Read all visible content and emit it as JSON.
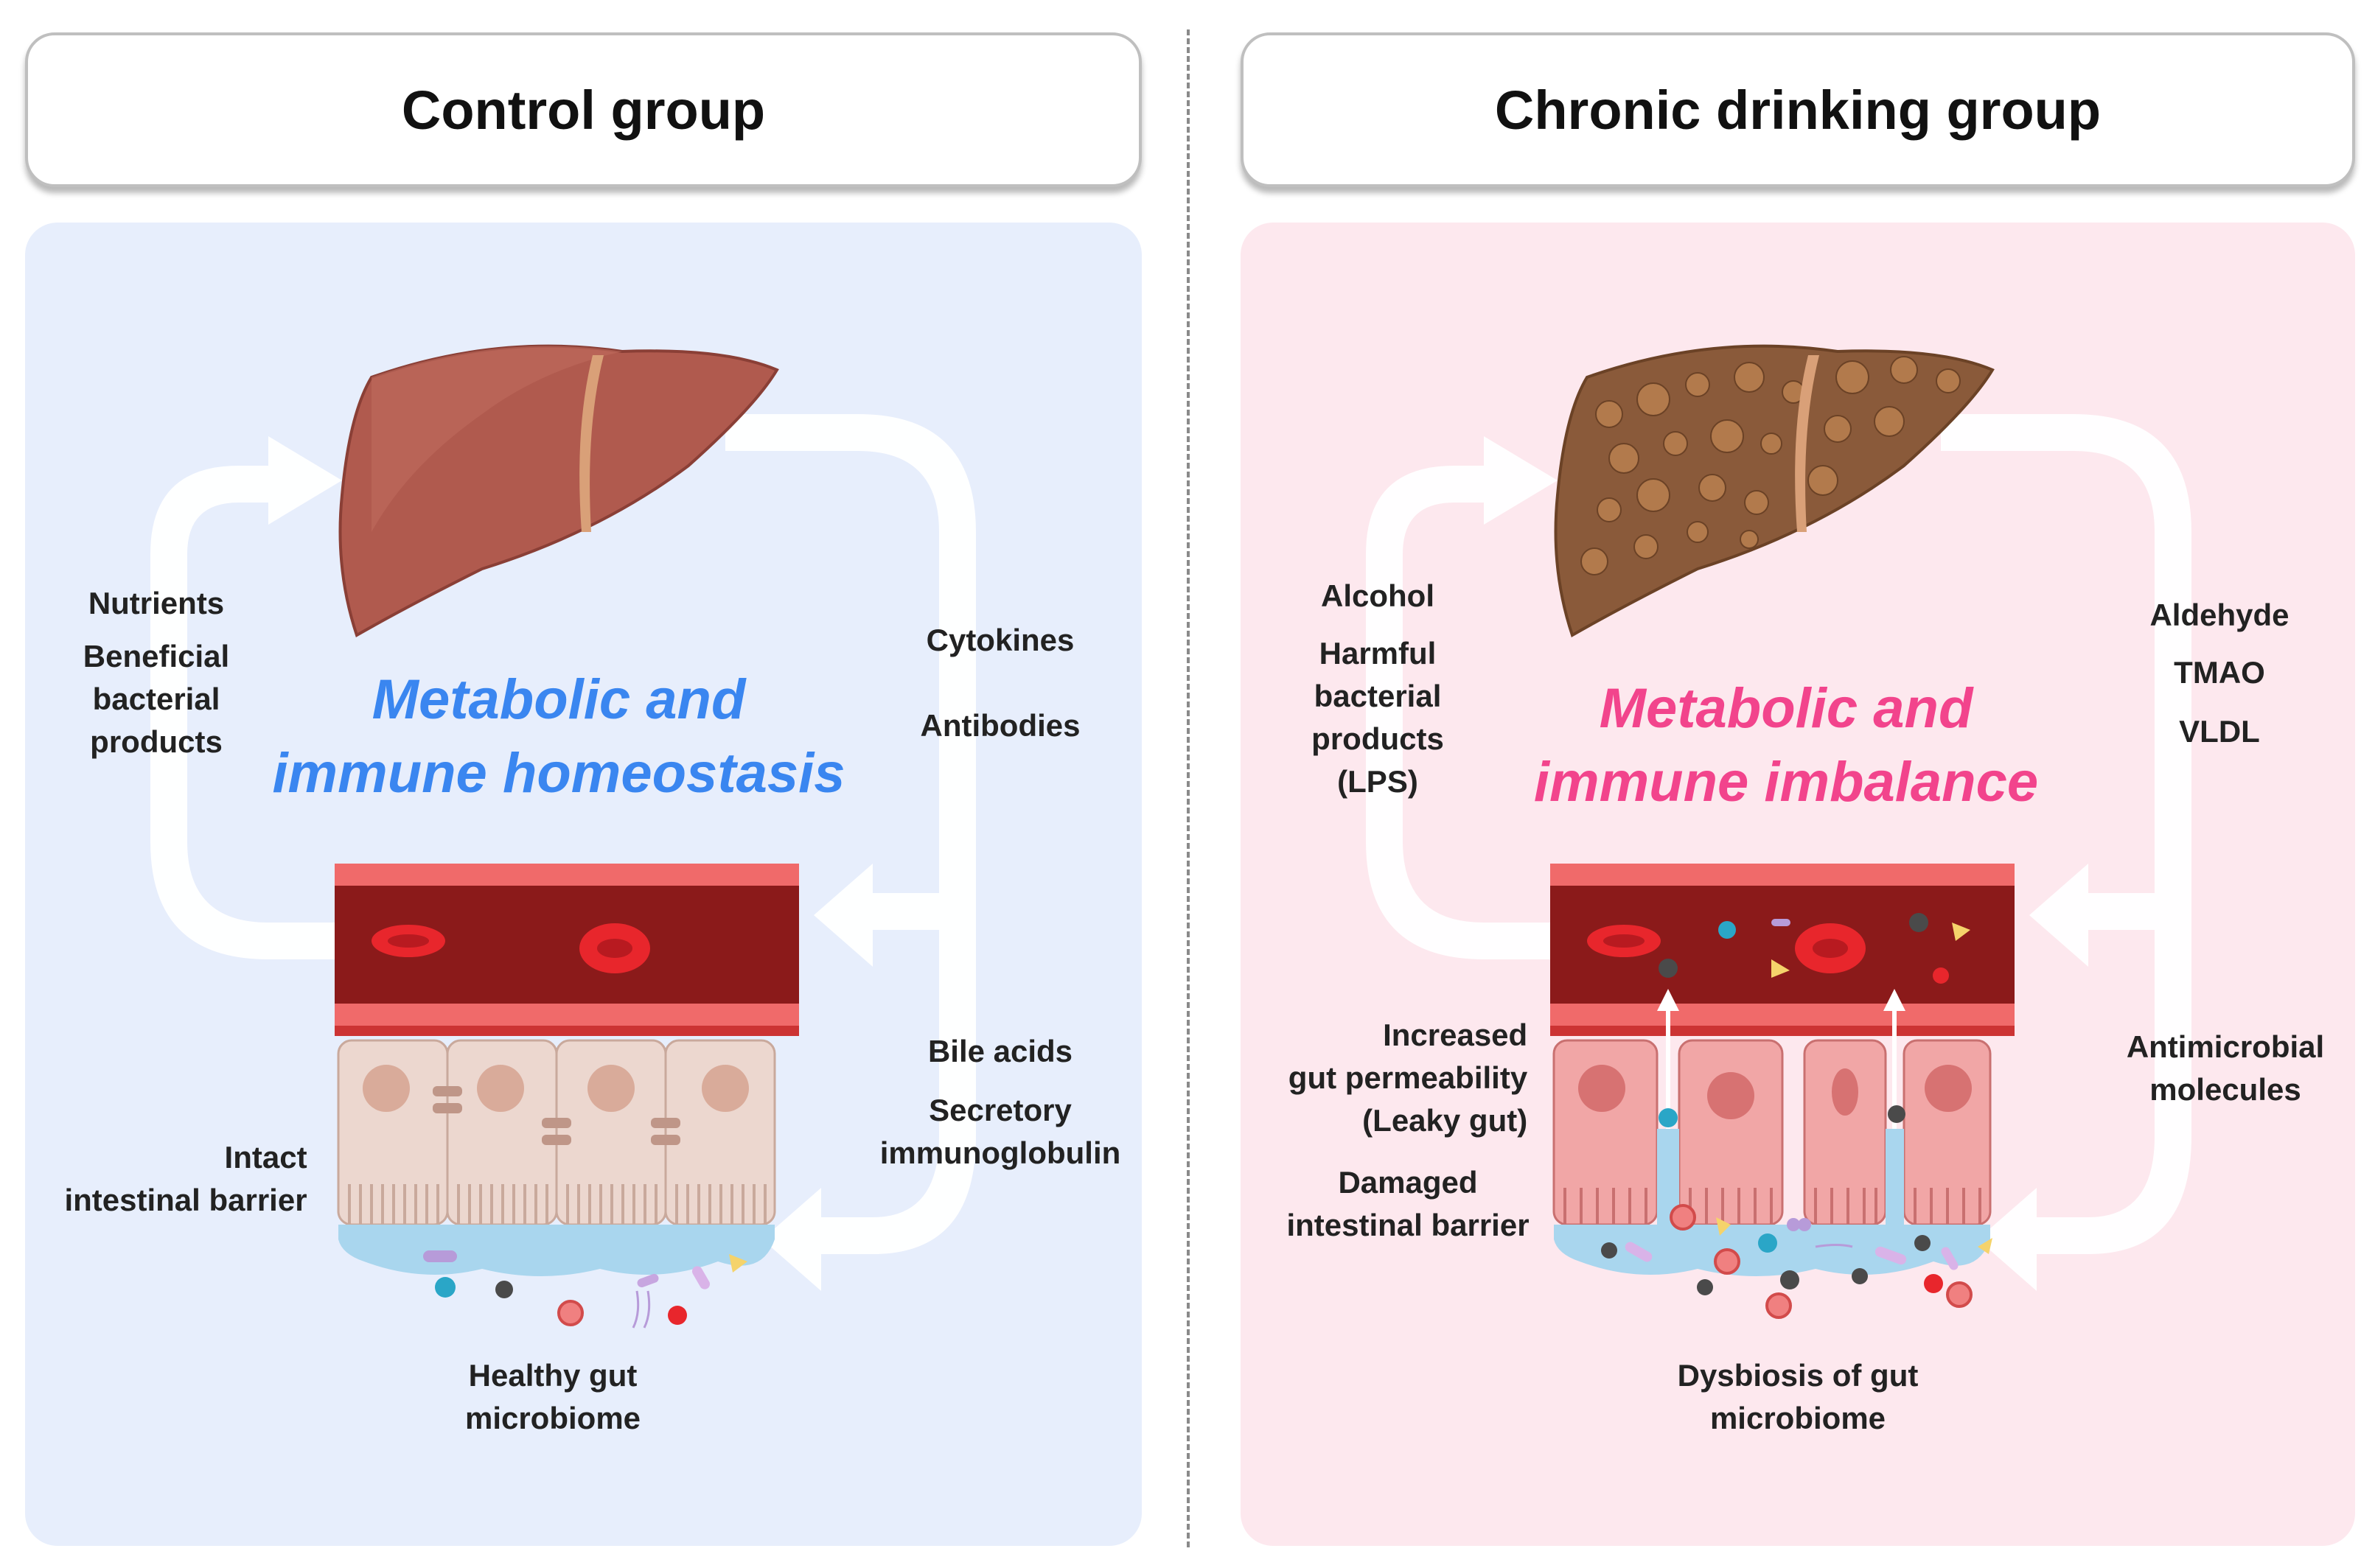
{
  "left_panel": {
    "header": "Control group",
    "center_title": [
      "Metabolic and",
      "immune homeostasis"
    ],
    "label_left_top": [
      "Nutrients"
    ],
    "label_left_mid": [
      "Beneficial",
      "bacterial",
      "products"
    ],
    "label_right_top": [
      "Cytokines"
    ],
    "label_right_mid": [
      "Antibodies"
    ],
    "label_right_low1": [
      "Bile acids"
    ],
    "label_right_low2": [
      "Secretory",
      "immunoglobulin"
    ],
    "label_barrier": [
      "Intact",
      "intestinal barrier"
    ],
    "label_bottom": [
      "Healthy gut",
      "microbiome"
    ],
    "accent": "#3a86f0",
    "background": "#e7eefc"
  },
  "right_panel": {
    "header": "Chronic drinking group",
    "center_title": [
      "Metabolic and",
      "immune imbalance"
    ],
    "label_left_top": [
      "Alcohol"
    ],
    "label_left_mid": [
      "Harmful",
      "bacterial",
      "products",
      "(LPS)"
    ],
    "label_right_top": [
      "Aldehyde"
    ],
    "label_right_mid": [
      "TMAO"
    ],
    "label_right_low": [
      "VLDL"
    ],
    "label_right_amp": [
      "Antimicrobial",
      "molecules"
    ],
    "label_perm": [
      "Increased",
      "gut permeability",
      "(Leaky gut)"
    ],
    "label_damaged": [
      "Damaged",
      "intestinal barrier"
    ],
    "label_bottom": [
      "Dysbiosis of gut",
      "microbiome"
    ],
    "accent": "#f2448c",
    "background": "#fde8ee"
  },
  "icons": [
    "liver-icon",
    "cirrhotic-liver-icon",
    "blood-vessel-icon",
    "intestinal-epithelium-icon",
    "red-blood-cell-icon",
    "bacteria-icon",
    "cycle-arrow-icon"
  ]
}
